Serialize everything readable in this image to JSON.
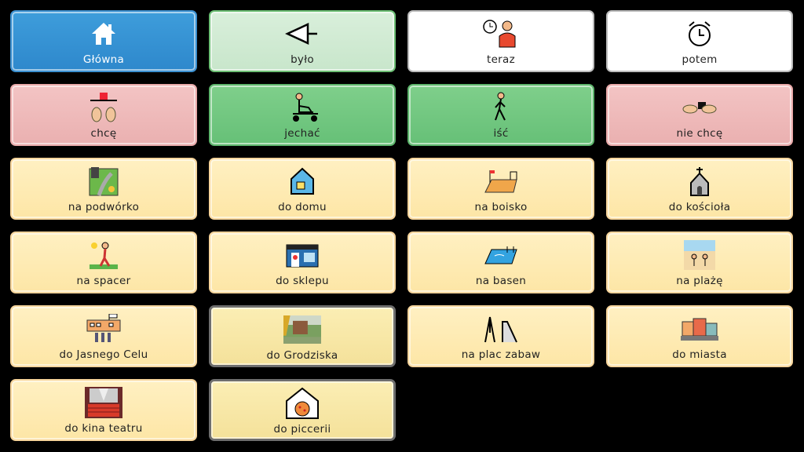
{
  "tiles": [
    {
      "label": "Główna",
      "style": "blue",
      "icon": "home-icon"
    },
    {
      "label": "było",
      "style": "lgreen",
      "icon": "past-arrow-icon"
    },
    {
      "label": "teraz",
      "style": "white",
      "icon": "person-clock-icon"
    },
    {
      "label": "potem",
      "style": "white",
      "icon": "alarm-clock-icon"
    },
    {
      "label": "chcę",
      "style": "pink",
      "icon": "want-hands-icon"
    },
    {
      "label": "jechać",
      "style": "green",
      "icon": "ride-cart-icon"
    },
    {
      "label": "iść",
      "style": "green",
      "icon": "walking-person-icon"
    },
    {
      "label": "nie chcę",
      "style": "pink",
      "icon": "refuse-hands-icon"
    },
    {
      "label": "na podwórko",
      "style": "yellow",
      "icon": "yard-icon"
    },
    {
      "label": "do domu",
      "style": "yellow",
      "icon": "house-icon"
    },
    {
      "label": "na boisko",
      "style": "yellow",
      "icon": "sports-field-icon"
    },
    {
      "label": "do kościoła",
      "style": "yellow",
      "icon": "church-icon"
    },
    {
      "label": "na spacer",
      "style": "yellow",
      "icon": "walk-sun-icon"
    },
    {
      "label": "do sklepu",
      "style": "yellow",
      "icon": "shop-icon"
    },
    {
      "label": "na basen",
      "style": "yellow",
      "icon": "swimming-pool-icon"
    },
    {
      "label": "na plażę",
      "style": "yellow",
      "icon": "beach-icon"
    },
    {
      "label": "do Jasnego Celu",
      "style": "yellow",
      "icon": "school-building-icon"
    },
    {
      "label": "do Grodziska",
      "style": "yellowdark",
      "icon": "town-photo-icon"
    },
    {
      "label": "na plac zabaw",
      "style": "yellow",
      "icon": "playground-icon"
    },
    {
      "label": "do miasta",
      "style": "yellow",
      "icon": "city-icon"
    },
    {
      "label": "do kina  teatru",
      "style": "yellow",
      "icon": "theater-icon"
    },
    {
      "label": "do piccerii",
      "style": "yellowdark",
      "icon": "pizzeria-icon"
    }
  ]
}
